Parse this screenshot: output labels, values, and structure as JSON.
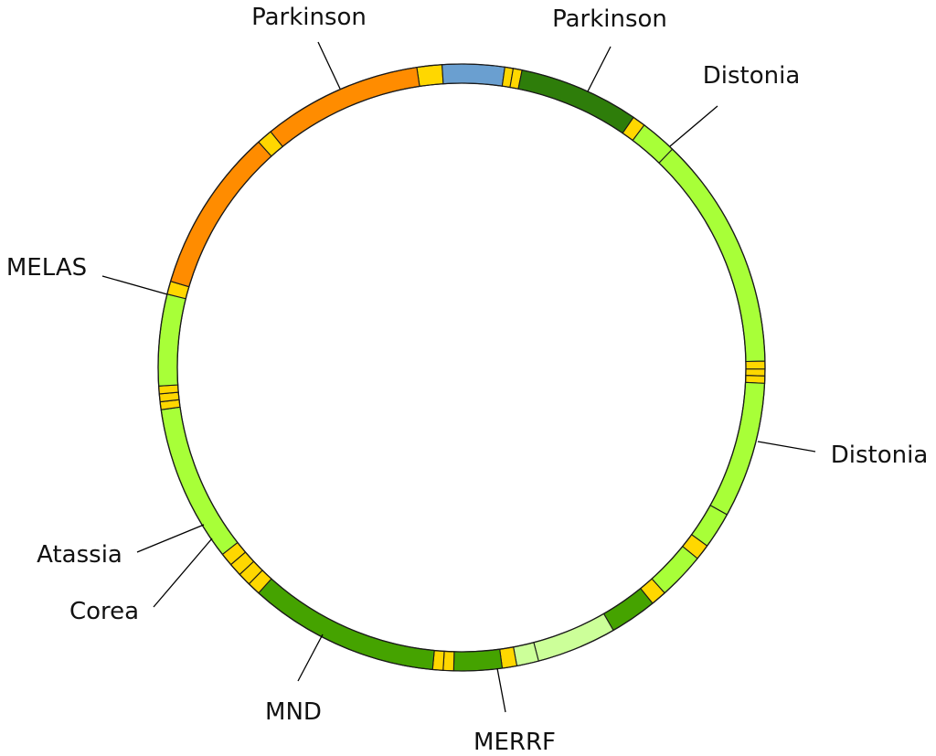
{
  "colors": {
    "background": "#ffffff",
    "line": "#1a1a1a",
    "label_text": "#111111"
  },
  "labels": {
    "parkinson_left": "Parkinson",
    "parkinson_right": "Parkinson",
    "distonia_top": "Distonia",
    "distonia_right": "Distonia",
    "melas": "MELAS",
    "atassia": "Atassia",
    "corea": "Corea",
    "mnd": "MND",
    "merrf": "MERRF"
  },
  "ring_segments": [
    {
      "from": 351.5,
      "to": 356.3,
      "color": "#ffd700"
    },
    {
      "from": 356.3,
      "to": 8.2,
      "color": "#6a9fd0"
    },
    {
      "from": 8.2,
      "to": 9.8,
      "color": "#ffd700"
    },
    {
      "from": 9.8,
      "to": 11.5,
      "color": "#ffd700"
    },
    {
      "from": 11.5,
      "to": 34.5,
      "color": "#2e7d0a"
    },
    {
      "from": 34.5,
      "to": 37.0,
      "color": "#ffd700"
    },
    {
      "from": 37.0,
      "to": 44.0,
      "color": "#a8ff38"
    },
    {
      "from": 44.0,
      "to": 88.8,
      "color": "#a8ff38"
    },
    {
      "from": 88.8,
      "to": 90.3,
      "color": "#ffd700"
    },
    {
      "from": 90.3,
      "to": 91.6,
      "color": "#ffd700"
    },
    {
      "from": 91.6,
      "to": 93.0,
      "color": "#ffd700"
    },
    {
      "from": 93.0,
      "to": 119.0,
      "color": "#a8ff38"
    },
    {
      "from": 119.0,
      "to": 126.0,
      "color": "#a8ff38"
    },
    {
      "from": 126.0,
      "to": 129.0,
      "color": "#ffd700"
    },
    {
      "from": 129.0,
      "to": 138.0,
      "color": "#a8ff38"
    },
    {
      "from": 138.0,
      "to": 141.0,
      "color": "#ffd700"
    },
    {
      "from": 141.0,
      "to": 150.0,
      "color": "#45a300"
    },
    {
      "from": 150.0,
      "to": 165.3,
      "color": "#ccff99"
    },
    {
      "from": 165.3,
      "to": 169.5,
      "color": "#ccff99"
    },
    {
      "from": 169.5,
      "to": 172.3,
      "color": "#ffd700"
    },
    {
      "from": 172.3,
      "to": 181.5,
      "color": "#45a300"
    },
    {
      "from": 181.5,
      "to": 183.5,
      "color": "#ffd700"
    },
    {
      "from": 183.5,
      "to": 185.5,
      "color": "#ffd700"
    },
    {
      "from": 185.5,
      "to": 222.0,
      "color": "#45a300"
    },
    {
      "from": 222.0,
      "to": 224.5,
      "color": "#ffd700"
    },
    {
      "from": 224.5,
      "to": 227.0,
      "color": "#ffd700"
    },
    {
      "from": 227.0,
      "to": 229.5,
      "color": "#ffd700"
    },
    {
      "from": 229.5,
      "to": 232.0,
      "color": "#ffd700"
    },
    {
      "from": 232.0,
      "to": 262.0,
      "color": "#a8ff38"
    },
    {
      "from": 262.0,
      "to": 263.5,
      "color": "#ffd700"
    },
    {
      "from": 263.5,
      "to": 265.0,
      "color": "#ffd700"
    },
    {
      "from": 265.0,
      "to": 266.5,
      "color": "#ffd700"
    },
    {
      "from": 266.5,
      "to": 284.0,
      "color": "#a8ff38"
    },
    {
      "from": 284.0,
      "to": 286.5,
      "color": "#ffd700"
    },
    {
      "from": 286.5,
      "to": 318.0,
      "color": "#ff8c00"
    },
    {
      "from": 318.0,
      "to": 321.0,
      "color": "#ffd700"
    },
    {
      "from": 321.0,
      "to": 351.5,
      "color": "#ff8c00"
    }
  ]
}
